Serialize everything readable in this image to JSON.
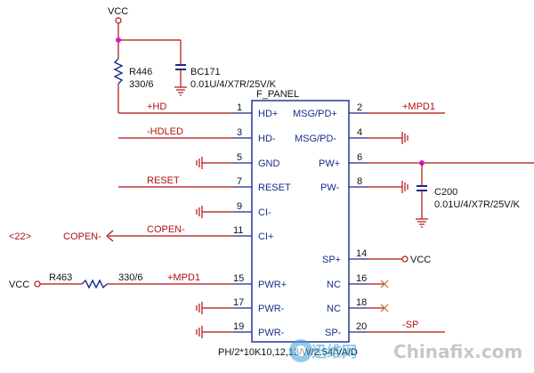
{
  "power": {
    "vcc_top": "VCC",
    "vcc_left": "VCC",
    "vcc_sp": "VCC"
  },
  "resistors": {
    "r446": {
      "name": "R446",
      "value": "330/6"
    },
    "r463": {
      "name": "R463",
      "value": "330/6"
    }
  },
  "capacitors": {
    "bc171": {
      "name": "BC171",
      "value": "0.01U/4/X7R/25V/K"
    },
    "c200": {
      "name": "C200",
      "value": "0.01U/4/X7R/25V/K"
    }
  },
  "connector": {
    "name": "F_PANEL",
    "footprint": "PH/2*10K10,12,13/W/2.54/VA/D",
    "left_pins": [
      {
        "num": "1",
        "name": "HD+",
        "net": "+HD"
      },
      {
        "num": "3",
        "name": "HD-",
        "net": "-HDLED"
      },
      {
        "num": "5",
        "name": "GND",
        "net": ""
      },
      {
        "num": "7",
        "name": "RESET",
        "net": "RESET"
      },
      {
        "num": "9",
        "name": "CI-",
        "net": ""
      },
      {
        "num": "11",
        "name": "CI+",
        "net": "COPEN-"
      },
      {
        "num": "15",
        "name": "PWR+",
        "net": "+MPD1"
      },
      {
        "num": "17",
        "name": "PWR-",
        "net": ""
      },
      {
        "num": "19",
        "name": "PWR-",
        "net": ""
      }
    ],
    "right_pins": [
      {
        "num": "2",
        "name": "MSG/PD+",
        "net": "+MPD1"
      },
      {
        "num": "4",
        "name": "MSG/PD-",
        "net": ""
      },
      {
        "num": "6",
        "name": "PW+",
        "net": ""
      },
      {
        "num": "8",
        "name": "PW-",
        "net": ""
      },
      {
        "num": "14",
        "name": "SP+",
        "net": ""
      },
      {
        "num": "16",
        "name": "NC",
        "net": ""
      },
      {
        "num": "18",
        "name": "NC",
        "net": ""
      },
      {
        "num": "20",
        "name": "SP-",
        "net": "-SP"
      }
    ]
  },
  "offpage": {
    "ref": "<22>",
    "net": "COPEN-"
  },
  "watermark": {
    "text": "Chinafix.com",
    "logo_text": "迅维网"
  },
  "colors": {
    "wire": "#b01010",
    "body": "#1a2a8a",
    "junction": "#d020c0",
    "ground": "#b01010"
  }
}
